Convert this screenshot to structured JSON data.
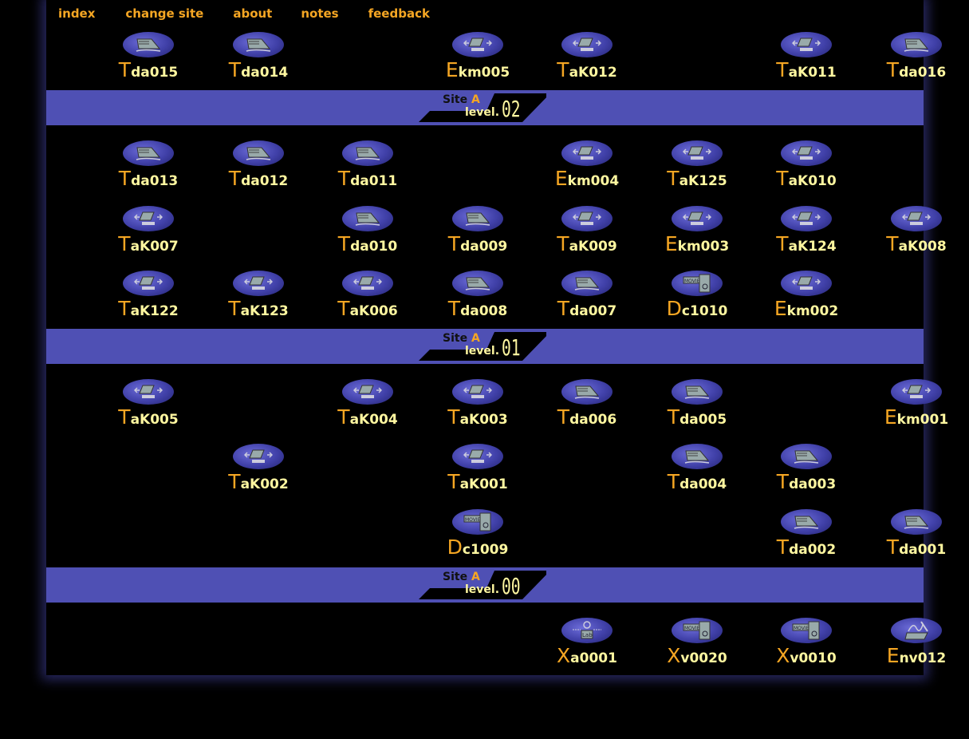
{
  "nav": [
    {
      "label": "index"
    },
    {
      "label": "change site"
    },
    {
      "label": "about"
    },
    {
      "label": "notes"
    },
    {
      "label": "feedback"
    }
  ],
  "colors": {
    "accent": "#f5a623",
    "label": "#fff7a0",
    "band": "#4f50b4"
  },
  "sections": [
    {
      "id": "top",
      "band": null,
      "items": [
        {
          "row": 0,
          "col": 0,
          "type": "touko-icon",
          "head": "T",
          "tail": "da015"
        },
        {
          "row": 0,
          "col": 1,
          "type": "touko-icon",
          "head": "T",
          "tail": "da014"
        },
        {
          "row": 0,
          "col": 3,
          "type": "transfer-icon",
          "head": "E",
          "tail": "km005"
        },
        {
          "row": 0,
          "col": 4,
          "type": "transfer-icon",
          "head": "T",
          "tail": "aK012"
        },
        {
          "row": 0,
          "col": 6,
          "type": "transfer-icon",
          "head": "T",
          "tail": "aK011"
        },
        {
          "row": 0,
          "col": 7,
          "type": "touko-icon",
          "head": "T",
          "tail": "da016"
        }
      ]
    },
    {
      "id": "level02",
      "band": {
        "site_word": "Site",
        "site_letter": "A",
        "level_word": "level.",
        "level_num": "02"
      },
      "items": [
        {
          "row": 0,
          "col": 0,
          "type": "touko-icon",
          "head": "T",
          "tail": "da013"
        },
        {
          "row": 0,
          "col": 1,
          "type": "touko-icon",
          "head": "T",
          "tail": "da012"
        },
        {
          "row": 0,
          "col": 2,
          "type": "touko-icon",
          "head": "T",
          "tail": "da011"
        },
        {
          "row": 0,
          "col": 4,
          "type": "transfer-icon",
          "head": "E",
          "tail": "km004"
        },
        {
          "row": 0,
          "col": 5,
          "type": "transfer-icon",
          "head": "T",
          "tail": "aK125"
        },
        {
          "row": 0,
          "col": 6,
          "type": "transfer-icon",
          "head": "T",
          "tail": "aK010"
        },
        {
          "row": 1,
          "col": 0,
          "type": "transfer-icon",
          "head": "T",
          "tail": "aK007"
        },
        {
          "row": 1,
          "col": 2,
          "type": "touko-icon",
          "head": "T",
          "tail": "da010"
        },
        {
          "row": 1,
          "col": 3,
          "type": "touko-icon",
          "head": "T",
          "tail": "da009"
        },
        {
          "row": 1,
          "col": 4,
          "type": "transfer-icon",
          "head": "T",
          "tail": "aK009"
        },
        {
          "row": 1,
          "col": 5,
          "type": "transfer-icon",
          "head": "E",
          "tail": "km003"
        },
        {
          "row": 1,
          "col": 6,
          "type": "transfer-icon",
          "head": "T",
          "tail": "aK124"
        },
        {
          "row": 1,
          "col": 7,
          "type": "transfer-icon",
          "head": "T",
          "tail": "aK008"
        },
        {
          "row": 2,
          "col": 0,
          "type": "transfer-icon",
          "head": "T",
          "tail": "aK122"
        },
        {
          "row": 2,
          "col": 1,
          "type": "transfer-icon",
          "head": "T",
          "tail": "aK123"
        },
        {
          "row": 2,
          "col": 2,
          "type": "transfer-icon",
          "head": "T",
          "tail": "aK006"
        },
        {
          "row": 2,
          "col": 3,
          "type": "touko-icon",
          "head": "T",
          "tail": "da008"
        },
        {
          "row": 2,
          "col": 4,
          "type": "touko-icon",
          "head": "T",
          "tail": "da007"
        },
        {
          "row": 2,
          "col": 5,
          "type": "movie-icon",
          "head": "D",
          "tail": "c1010"
        },
        {
          "row": 2,
          "col": 6,
          "type": "transfer-icon",
          "head": "E",
          "tail": "km002"
        }
      ]
    },
    {
      "id": "level01",
      "band": {
        "site_word": "Site",
        "site_letter": "A",
        "level_word": "level.",
        "level_num": "01"
      },
      "items": [
        {
          "row": 0,
          "col": 0,
          "type": "transfer-icon",
          "head": "T",
          "tail": "aK005"
        },
        {
          "row": 0,
          "col": 2,
          "type": "transfer-icon",
          "head": "T",
          "tail": "aK004"
        },
        {
          "row": 0,
          "col": 3,
          "type": "transfer-icon",
          "head": "T",
          "tail": "aK003"
        },
        {
          "row": 0,
          "col": 4,
          "type": "touko-icon",
          "head": "T",
          "tail": "da006"
        },
        {
          "row": 0,
          "col": 5,
          "type": "touko-icon",
          "head": "T",
          "tail": "da005"
        },
        {
          "row": 0,
          "col": 7,
          "type": "transfer-icon",
          "head": "E",
          "tail": "km001"
        },
        {
          "row": 1,
          "col": 1,
          "type": "transfer-icon",
          "head": "T",
          "tail": "aK002"
        },
        {
          "row": 1,
          "col": 3,
          "type": "transfer-icon",
          "head": "T",
          "tail": "aK001"
        },
        {
          "row": 1,
          "col": 5,
          "type": "touko-icon",
          "head": "T",
          "tail": "da004"
        },
        {
          "row": 1,
          "col": 6,
          "type": "touko-icon",
          "head": "T",
          "tail": "da003"
        },
        {
          "row": 2,
          "col": 3,
          "type": "movie-icon",
          "head": "D",
          "tail": "c1009"
        },
        {
          "row": 2,
          "col": 6,
          "type": "touko-icon",
          "head": "T",
          "tail": "da002"
        },
        {
          "row": 2,
          "col": 7,
          "type": "touko-icon",
          "head": "T",
          "tail": "da001"
        }
      ]
    },
    {
      "id": "level00",
      "band": {
        "site_word": "Site",
        "site_letter": "A",
        "level_word": "level.",
        "level_num": "00"
      },
      "items": [
        {
          "row": 0,
          "col": 4,
          "type": "lab-icon",
          "head": "X",
          "tail": "a0001"
        },
        {
          "row": 0,
          "col": 5,
          "type": "movie-icon",
          "head": "X",
          "tail": "v0020"
        },
        {
          "row": 0,
          "col": 6,
          "type": "movie-icon",
          "head": "X",
          "tail": "v0010"
        },
        {
          "row": 0,
          "col": 7,
          "type": "lain-icon",
          "head": "E",
          "tail": "nv012"
        }
      ]
    }
  ]
}
